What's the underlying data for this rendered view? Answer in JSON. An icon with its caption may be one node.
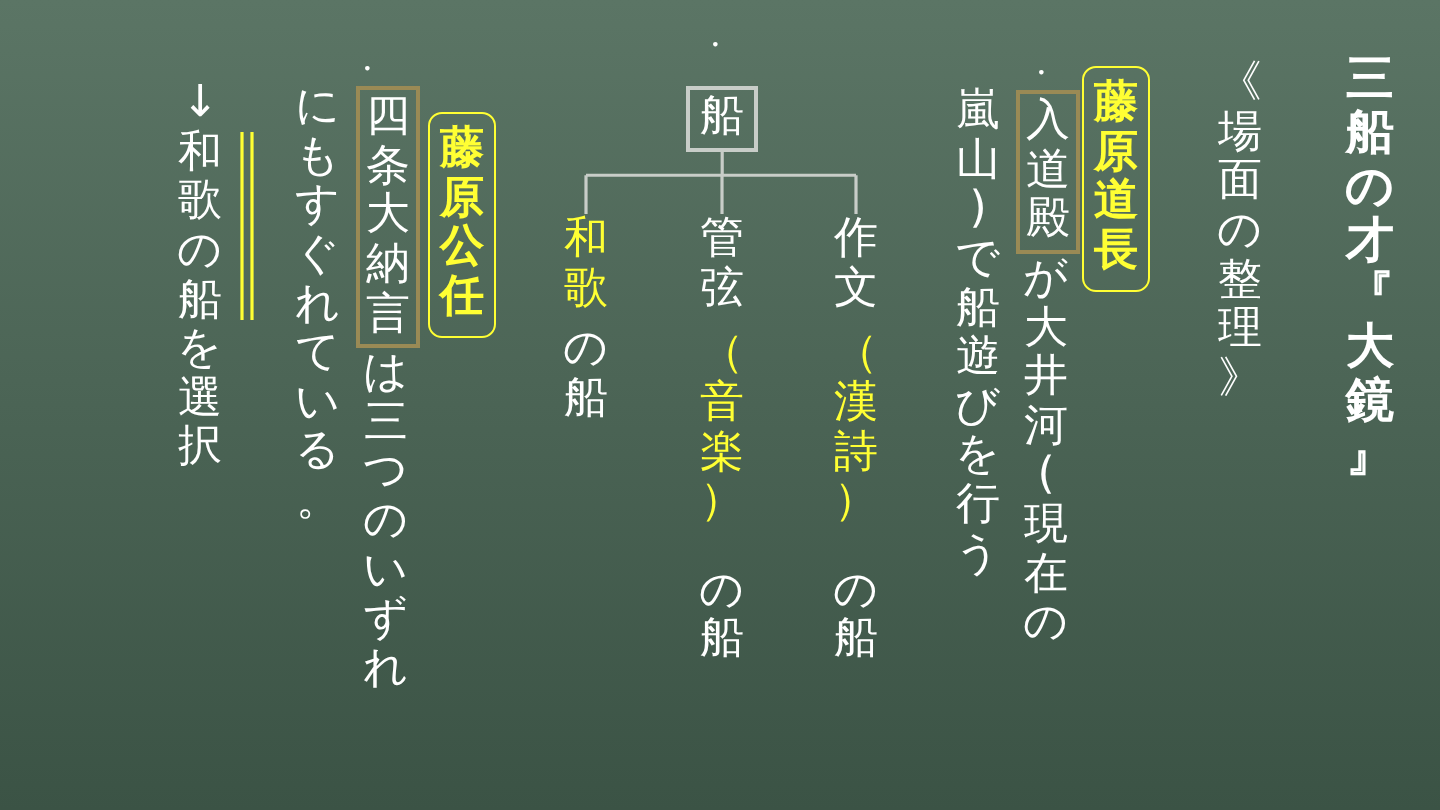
{
  "diagram": {
    "title": "三船の才『大鏡』",
    "nodes": [
      {
        "text": [
          "藤原道長"
        ]
      },
      {
        "text": [
          "入道殿"
        ]
      },
      {
        "text": [
          "船"
        ]
      },
      {
        "text": [
          "作文",
          "（漢詩）",
          "の船"
        ]
      },
      {
        "text": [
          "管弦",
          "（音楽）",
          "の船"
        ]
      },
      {
        "text": [
          "和歌",
          "の船"
        ]
      },
      {
        "text": [
          "藤原公任"
        ]
      },
      {
        "text": [
          "四条大納言"
        ]
      }
    ],
    "edges": [
      {
        "from": 2,
        "to": 3,
        "arrow": "none"
      },
      {
        "from": 2,
        "to": 4,
        "arrow": "none"
      },
      {
        "from": 2,
        "to": 5,
        "arrow": "none"
      }
    ],
    "labels": [
      "《場面の整理》",
      "・",
      "が大井河(現在の嵐山)で船遊びを行う",
      "・",
      "・",
      "は三つのいずれにもすぐれている。",
      "↓和歌の船を選択"
    ]
  }
}
